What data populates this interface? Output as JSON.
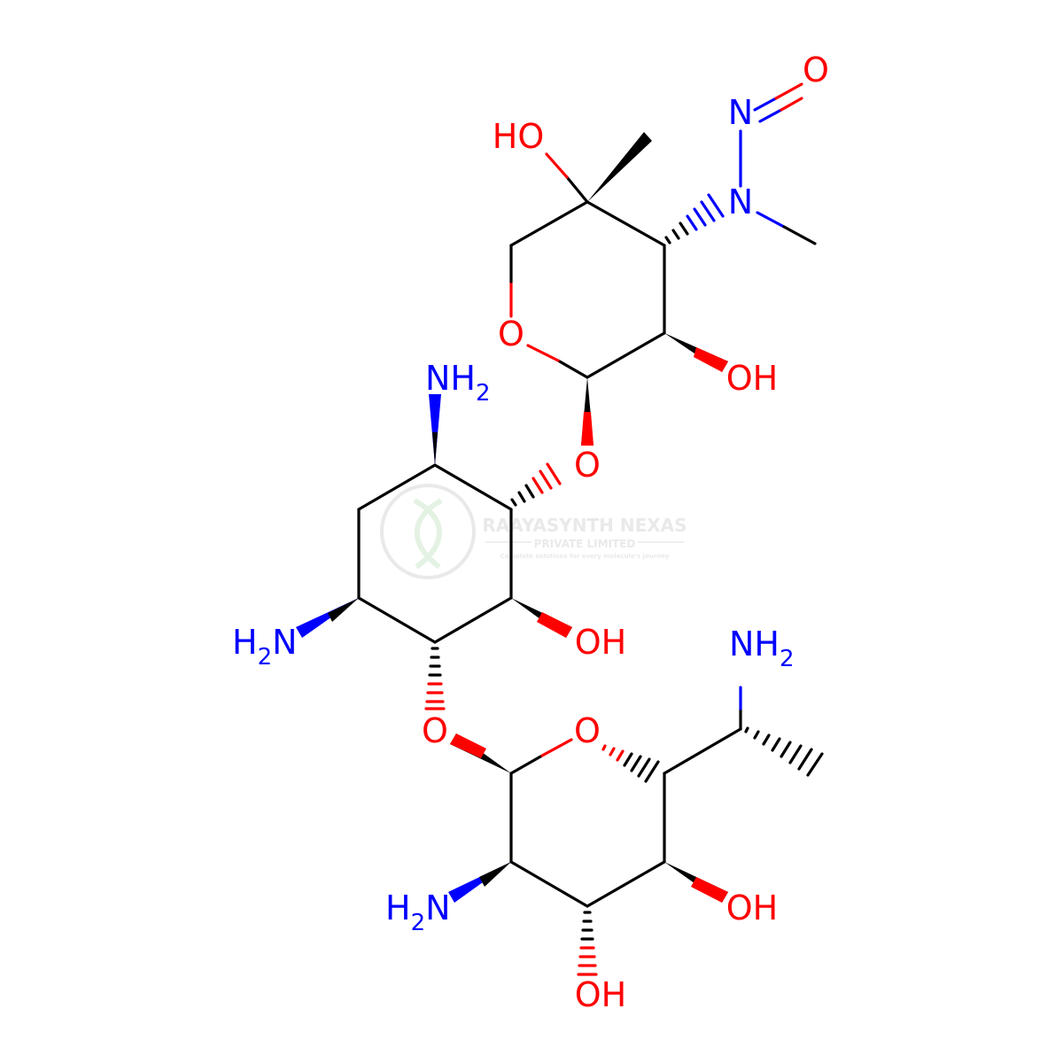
{
  "colors": {
    "bond": "#000000",
    "oxygen": "#ff0000",
    "nitrogen": "#0000ff",
    "watermark": "#d8d8d8",
    "background": "#ffffff"
  },
  "watermark": {
    "company": "RAAYASYNTH NEXAS",
    "subtitle": "PRIVATE LIMITED",
    "tagline": "Complete solutions for every molecule's journey"
  },
  "atoms": {
    "ho_top": {
      "main": "HO",
      "sub": ""
    },
    "n_nitroso": {
      "main": "N",
      "sub": ""
    },
    "o_nitroso": {
      "main": "O",
      "sub": ""
    },
    "n_methyl": {
      "main": "N",
      "sub": ""
    },
    "o_ring_top": {
      "main": "O",
      "sub": ""
    },
    "oh_top_right": {
      "main": "OH",
      "sub": ""
    },
    "nh2_top": {
      "main": "NH",
      "sub": "2"
    },
    "o_link_top": {
      "main": "O",
      "sub": ""
    },
    "h2n_left": {
      "main": "H",
      "sub": "2",
      "tail": "N"
    },
    "oh_mid": {
      "main": "OH",
      "sub": ""
    },
    "nh2_right": {
      "main": "NH",
      "sub": "2"
    },
    "o_link_bottom": {
      "main": "O",
      "sub": ""
    },
    "o_ring_bottom": {
      "main": "O",
      "sub": ""
    },
    "h2n_bottom": {
      "main": "H",
      "sub": "2",
      "tail": "N"
    },
    "oh_bottom_right": {
      "main": "OH",
      "sub": ""
    },
    "oh_bottom": {
      "main": "OH",
      "sub": ""
    }
  }
}
